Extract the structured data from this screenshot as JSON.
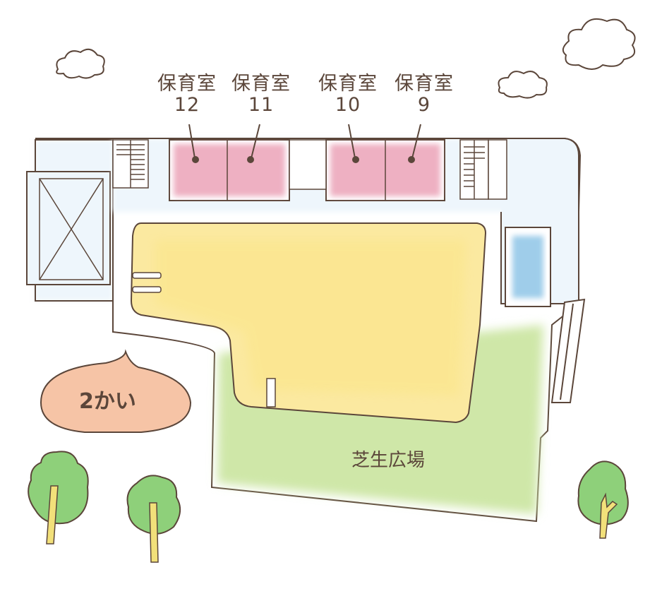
{
  "rooms": [
    {
      "name": "保育室",
      "number": "12"
    },
    {
      "name": "保育室",
      "number": "11"
    },
    {
      "name": "保育室",
      "number": "10"
    },
    {
      "name": "保育室",
      "number": "9"
    }
  ],
  "floor_label": "2かい",
  "lawn_label": "芝生広場",
  "colors": {
    "nursery_room": "#eeb0c2",
    "courtyard": "#fbeaa0",
    "lawn": "#cfe7a8",
    "pool": "#9fcdea",
    "corridor": "#eef6fc",
    "bubble": "#f6c4a6",
    "outline": "#5b463a",
    "tree_leaf": "#8ed07a",
    "tree_trunk": "#f2e07a"
  }
}
